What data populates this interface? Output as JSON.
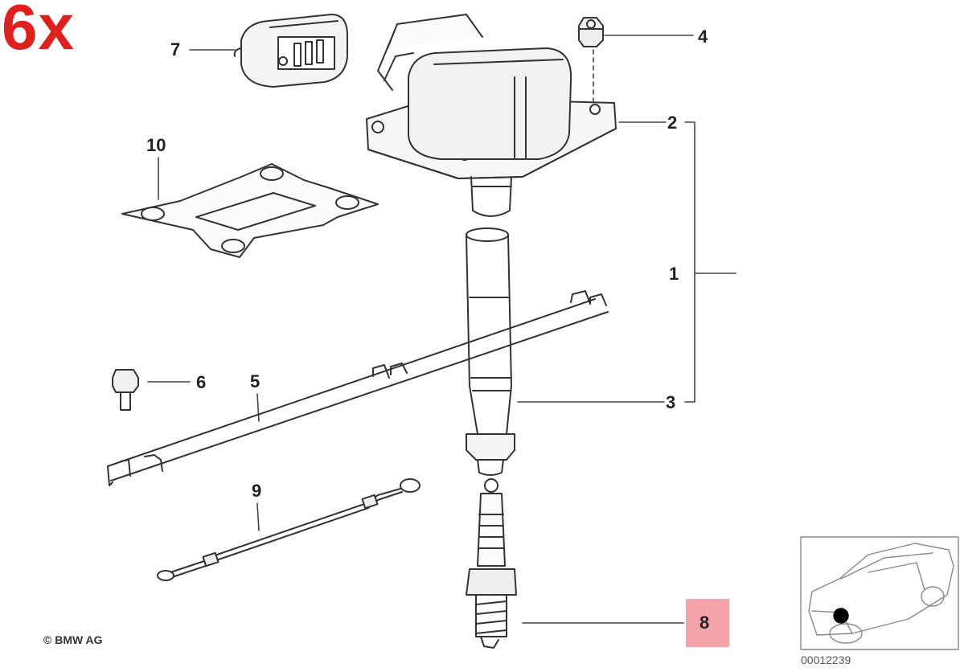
{
  "quantity_label": "6x",
  "copyright": "© BMW AG",
  "diagram_id": "00012239",
  "highlighted_part": "8",
  "colors": {
    "quantity": "#e0201c",
    "highlight": "#f4a4a8",
    "line": "#333333"
  },
  "parts": [
    {
      "number": "1",
      "item": "ignition-coil-assembly"
    },
    {
      "number": "2",
      "item": "ignition-coil"
    },
    {
      "number": "3",
      "item": "spark-plug-connector"
    },
    {
      "number": "4",
      "item": "nut"
    },
    {
      "number": "5",
      "item": "cable-holder"
    },
    {
      "number": "6",
      "item": "bolt"
    },
    {
      "number": "7",
      "item": "plug-connector"
    },
    {
      "number": "8",
      "item": "spark-plug"
    },
    {
      "number": "9",
      "item": "ground-cable"
    },
    {
      "number": "10",
      "item": "gasket"
    }
  ]
}
